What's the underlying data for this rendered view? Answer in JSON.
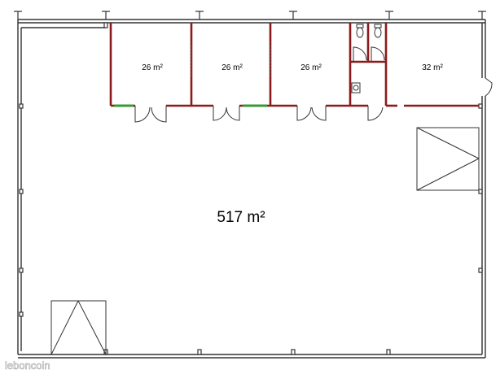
{
  "floorplan": {
    "main_area": "517 m²",
    "rooms": [
      {
        "id": "office-1",
        "area": "26 m²"
      },
      {
        "id": "office-2",
        "area": "26 m²"
      },
      {
        "id": "office-3",
        "area": "26 m²"
      },
      {
        "id": "office-4",
        "area": "32 m²"
      }
    ],
    "watermark": "leboncoin",
    "colors": {
      "interior_wall": "#8b1a1a",
      "window": "#3a9a3a",
      "outer_wall": "#333333"
    }
  }
}
